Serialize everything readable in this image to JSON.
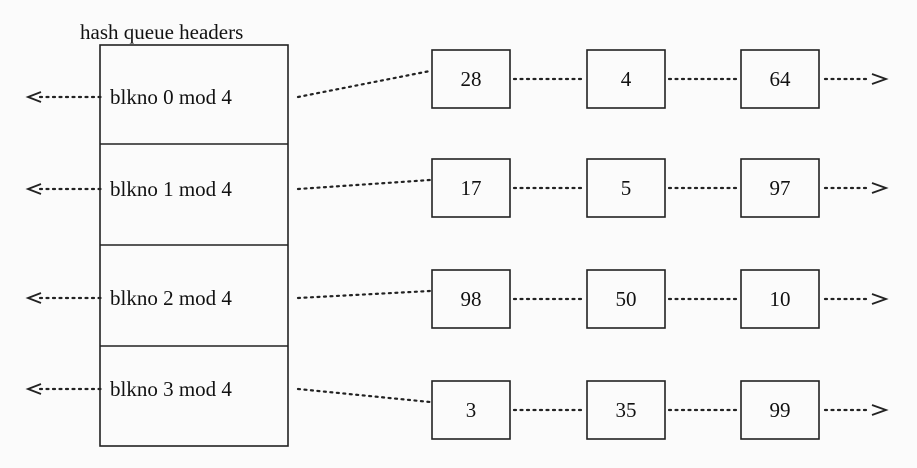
{
  "title": "hash queue headers",
  "headers": [
    {
      "label": "blkno 0 mod 4",
      "buffers": [
        "28",
        "4",
        "64"
      ]
    },
    {
      "label": "blkno 1 mod 4",
      "buffers": [
        "17",
        "5",
        "97"
      ]
    },
    {
      "label": "blkno 2 mod 4",
      "buffers": [
        "98",
        "50",
        "10"
      ]
    },
    {
      "label": "blkno 3 mod 4",
      "buffers": [
        "3",
        "35",
        "99"
      ]
    }
  ]
}
